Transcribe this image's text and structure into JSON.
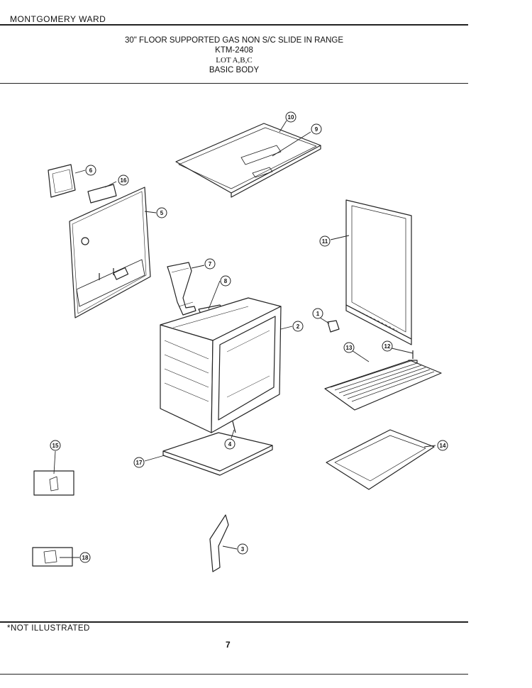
{
  "header": {
    "brand": "MONTGOMERY WARD",
    "title_line1": "30\" FLOOR SUPPORTED GAS NON S/C SLIDE IN RANGE",
    "model": "KTM-2408",
    "lot": "LOT A,B,C",
    "section": "BASIC BODY"
  },
  "callouts": [
    "1",
    "2",
    "3",
    "4",
    "5",
    "6",
    "7",
    "8",
    "9",
    "10",
    "11",
    "12",
    "13",
    "14",
    "15",
    "16",
    "17",
    "18"
  ],
  "footer": {
    "note": "*NOT ILLUSTRATED",
    "page_number": "7"
  }
}
